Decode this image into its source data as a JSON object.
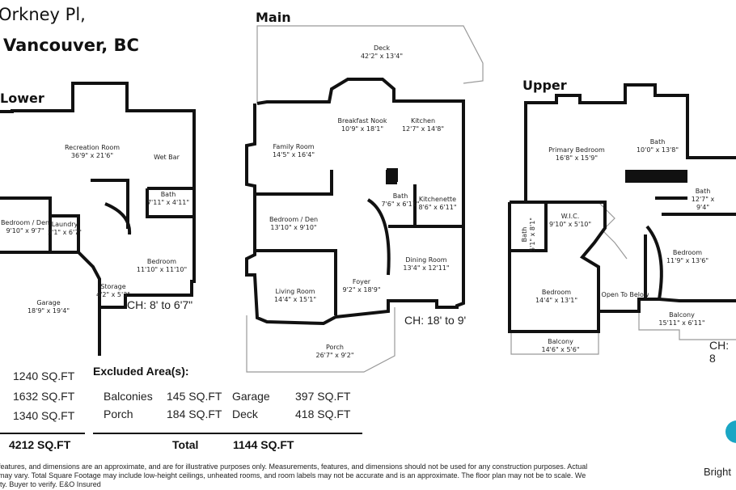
{
  "address": {
    "line1": "Orkney Pl,",
    "line2": "Vancouver, BC"
  },
  "floors": [
    {
      "name": "Lower",
      "ceiling": "CH: 8' to 6'7\"",
      "rooms": [
        {
          "name": "Recreation Room",
          "size": "36'9\" x 21'6\""
        },
        {
          "name": "Wet Bar",
          "size": ""
        },
        {
          "name": "Bath",
          "size": "7'11\" x 4'11\""
        },
        {
          "name": "Bedroom / Den",
          "size": "9'10\" x 9'7\""
        },
        {
          "name": "Laundry",
          "size": "5'1\" x 6'7\""
        },
        {
          "name": "Bedroom",
          "size": "11'10\" x 11'10\""
        },
        {
          "name": "Storage",
          "size": "4'2\" x 5'3\""
        },
        {
          "name": "Garage",
          "size": "18'9\" x 19'4\""
        }
      ]
    },
    {
      "name": "Main",
      "ceiling": "CH: 18' to 9'",
      "rooms": [
        {
          "name": "Deck",
          "size": "42'2\" x 13'4\""
        },
        {
          "name": "Breakfast Nook",
          "size": "10'9\" x 18'1\""
        },
        {
          "name": "Kitchen",
          "size": "12'7\" x 14'8\""
        },
        {
          "name": "Family Room",
          "size": "14'5\" x 16'4\""
        },
        {
          "name": "Bath",
          "size": "7'6\" x 6'11\""
        },
        {
          "name": "Kitchenette",
          "size": "8'6\" x 6'11\""
        },
        {
          "name": "Bedroom / Den",
          "size": "13'10\" x 9'10\""
        },
        {
          "name": "Dining Room",
          "size": "13'4\" x 12'11\""
        },
        {
          "name": "Foyer",
          "size": "9'2\" x 18'9\""
        },
        {
          "name": "Living Room",
          "size": "14'4\" x 15'1\""
        },
        {
          "name": "Porch",
          "size": "26'7\" x 9'2\""
        }
      ]
    },
    {
      "name": "Upper",
      "ceiling": "CH: 8",
      "rooms": [
        {
          "name": "Primary Bedroom",
          "size": "16'8\" x 15'9\""
        },
        {
          "name": "Bath",
          "size": "10'0\" x 13'8\""
        },
        {
          "name": "Bath",
          "size": "12'7\" x 9'4\""
        },
        {
          "name": "W.I.C.",
          "size": "9'10\" x 5'10\""
        },
        {
          "name": "Bath",
          "size": "5'1\" x 8'1\""
        },
        {
          "name": "Bedroom",
          "size": "14'4\" x 13'1\""
        },
        {
          "name": "Open To Below",
          "size": ""
        },
        {
          "name": "Bedroom",
          "size": "11'9\" x 13'6\""
        },
        {
          "name": "Balcony",
          "size": "15'11\" x 6'11\""
        },
        {
          "name": "Balcony",
          "size": "14'6\" x 5'6\""
        }
      ]
    }
  ],
  "summary": {
    "floor_areas": [
      "1240 SQ.FT",
      "1632 SQ.FT",
      "1340 SQ.FT"
    ],
    "total": "4212 SQ.FT",
    "excluded_title": "Excluded Area(s):",
    "excluded": [
      {
        "name": "Balconies",
        "area": "145 SQ.FT"
      },
      {
        "name": "Garage",
        "area": "397 SQ.FT"
      },
      {
        "name": "Porch",
        "area": "184 SQ.FT"
      },
      {
        "name": "Deck",
        "area": "418 SQ.FT"
      }
    ],
    "excluded_total_label": "Total",
    "excluded_total": "1144 SQ.FT"
  },
  "disclaimer": [
    "features, and dimensions are an approximate, and are for illustrative purposes only. Measurements, features, and dimensions should not be used for any construction purposes. Actual",
    "may vary. Total Square Footage may include low-height ceilings, unheated rooms, and room labels may not be accurate and is an approximate. The floor plan may not be to scale. We",
    "ity. Buyer to verify. E&O Insured"
  ],
  "brand": {
    "name": "Bright",
    "color": "#1aa6c4"
  }
}
